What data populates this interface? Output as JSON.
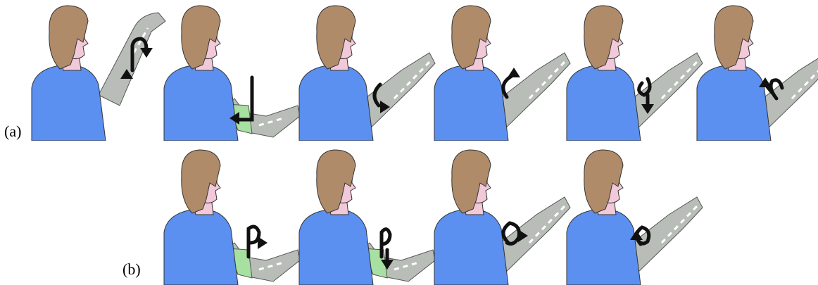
{
  "row_labels": {
    "a": "(a)",
    "b": "(b)"
  },
  "panels": [
    {
      "row": "a",
      "arm": "raised",
      "band": false,
      "gesture": "flex-up"
    },
    {
      "row": "a",
      "arm": "down",
      "band": true,
      "gesture": "down"
    },
    {
      "row": "a",
      "arm": "side",
      "band": false,
      "gesture": "rotate-cw"
    },
    {
      "row": "a",
      "arm": "side",
      "band": false,
      "gesture": "rotate-ccw"
    },
    {
      "row": "a",
      "arm": "side",
      "band": false,
      "gesture": "loop-out"
    },
    {
      "row": "a",
      "arm": "side",
      "band": false,
      "gesture": "loop-in"
    },
    {
      "row": "b",
      "arm": "down",
      "band": true,
      "gesture": "loop-v"
    },
    {
      "row": "b",
      "arm": "down",
      "band": true,
      "gesture": "loop-v2"
    },
    {
      "row": "b",
      "arm": "side",
      "band": false,
      "gesture": "circle"
    },
    {
      "row": "b",
      "arm": "side",
      "band": false,
      "gesture": "spiral"
    }
  ],
  "colors": {
    "hair": "#b08b6a",
    "skin": "#f2c9d9",
    "shirt": "#5b8ff0",
    "arm": "#b8bdb8",
    "band": "#a7e0a1",
    "arrow": "#111111"
  }
}
